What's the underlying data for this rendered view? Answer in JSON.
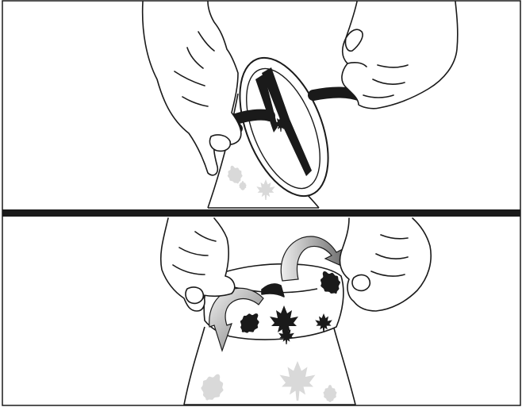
{
  "figure": {
    "panels": [
      {
        "id": "top",
        "depicts": "hands-holding-lawn-bag-ring"
      },
      {
        "id": "bottom",
        "depicts": "hands-folding-bag-cuff-over-ring"
      }
    ]
  },
  "colors": {
    "ink": "#1a1a1a",
    "divider": "#1a1a1a",
    "leaf_dark": "#1a1a1a",
    "leaf_faint": "#d9d9d9",
    "arrow_light": "#e6e6e6",
    "arrow_dark": "#7a7a7a"
  }
}
